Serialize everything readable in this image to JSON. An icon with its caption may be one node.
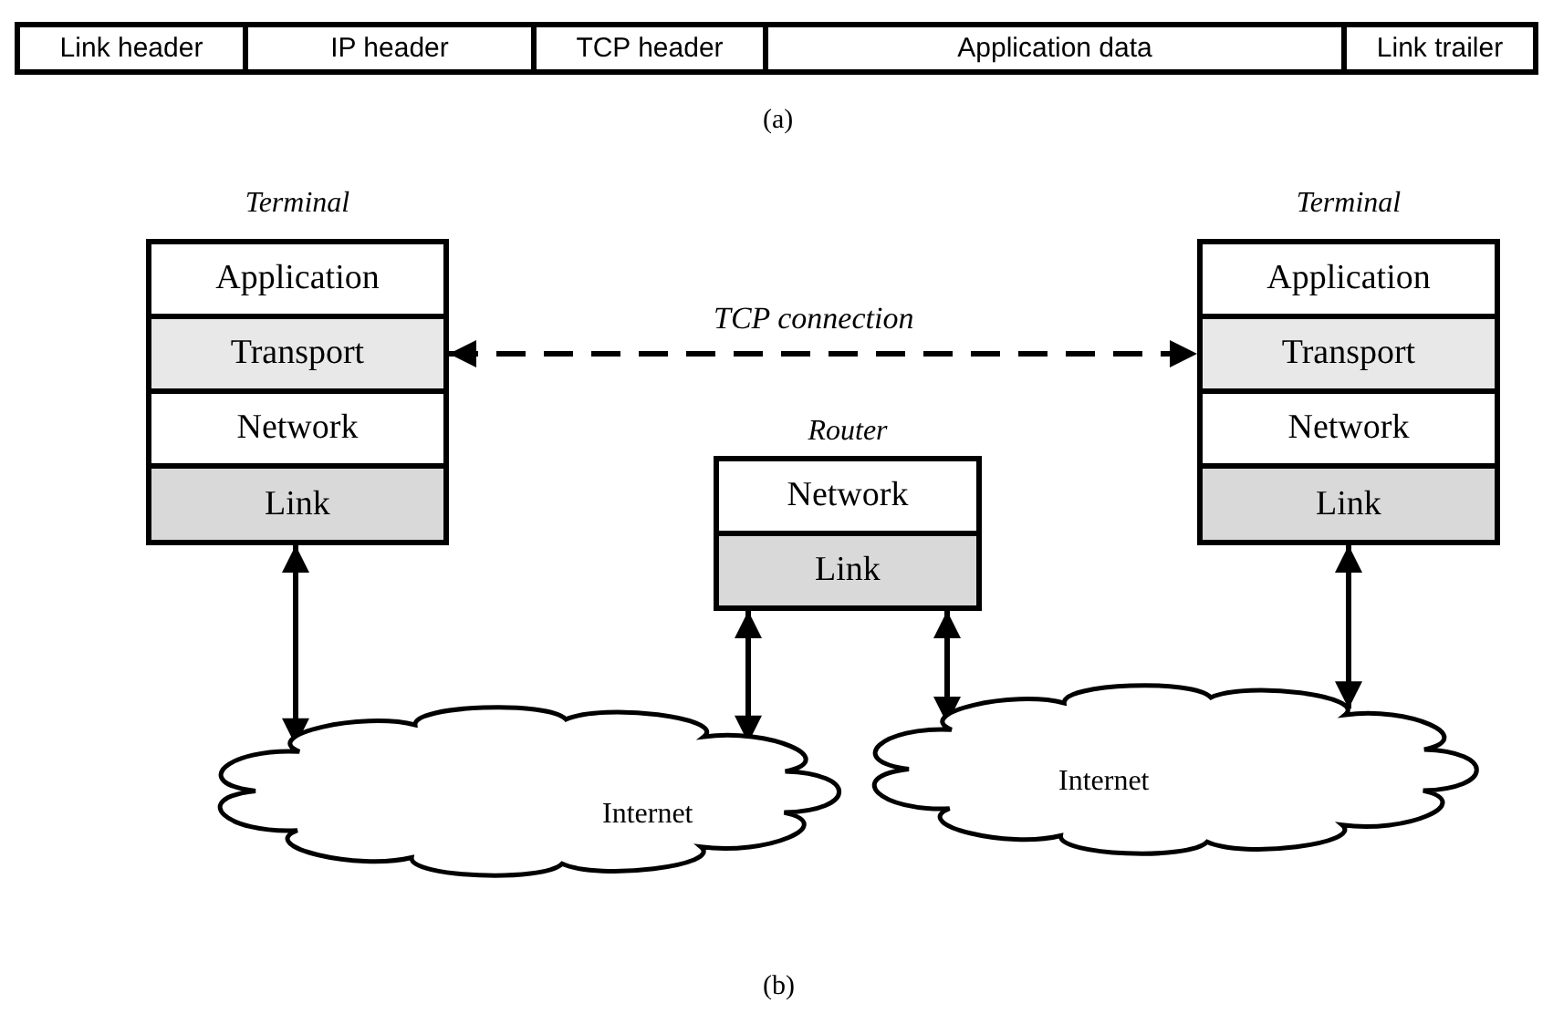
{
  "diagram": {
    "nodes": [
      {
        "text": [
          "Link header"
        ]
      },
      {
        "text": [
          "IP header"
        ]
      },
      {
        "text": [
          "TCP header"
        ]
      },
      {
        "text": [
          "Application data"
        ]
      },
      {
        "text": [
          "Link trailer"
        ]
      },
      {
        "text": [
          "Terminal"
        ]
      },
      {
        "text": [
          "Application"
        ],
        "in": 5
      },
      {
        "text": [
          "Transport"
        ],
        "in": 5
      },
      {
        "text": [
          "Network"
        ],
        "in": 5
      },
      {
        "text": [
          "Link"
        ],
        "in": 5
      },
      {
        "text": [
          "Router"
        ]
      },
      {
        "text": [
          "Network"
        ],
        "in": 10
      },
      {
        "text": [
          "Link"
        ],
        "in": 10
      },
      {
        "text": [
          "Terminal"
        ]
      },
      {
        "text": [
          "Application"
        ],
        "in": 13
      },
      {
        "text": [
          "Transport"
        ],
        "in": 13
      },
      {
        "text": [
          "Network"
        ],
        "in": 13
      },
      {
        "text": [
          "Link"
        ],
        "in": 13
      },
      {
        "text": [
          "Internet"
        ]
      },
      {
        "text": [
          "Internet"
        ]
      }
    ],
    "edges": [
      {
        "from": 7,
        "to": 15,
        "arrow": "both",
        "label": "TCP connection",
        "style": "dashed"
      },
      {
        "from": 9,
        "to": 18,
        "arrow": "both"
      },
      {
        "from": 12,
        "to": 18,
        "arrow": "both"
      },
      {
        "from": 12,
        "to": 19,
        "arrow": "both"
      },
      {
        "from": 17,
        "to": 19,
        "arrow": "both"
      }
    ],
    "labels": [
      "(a)",
      "(b)"
    ]
  }
}
